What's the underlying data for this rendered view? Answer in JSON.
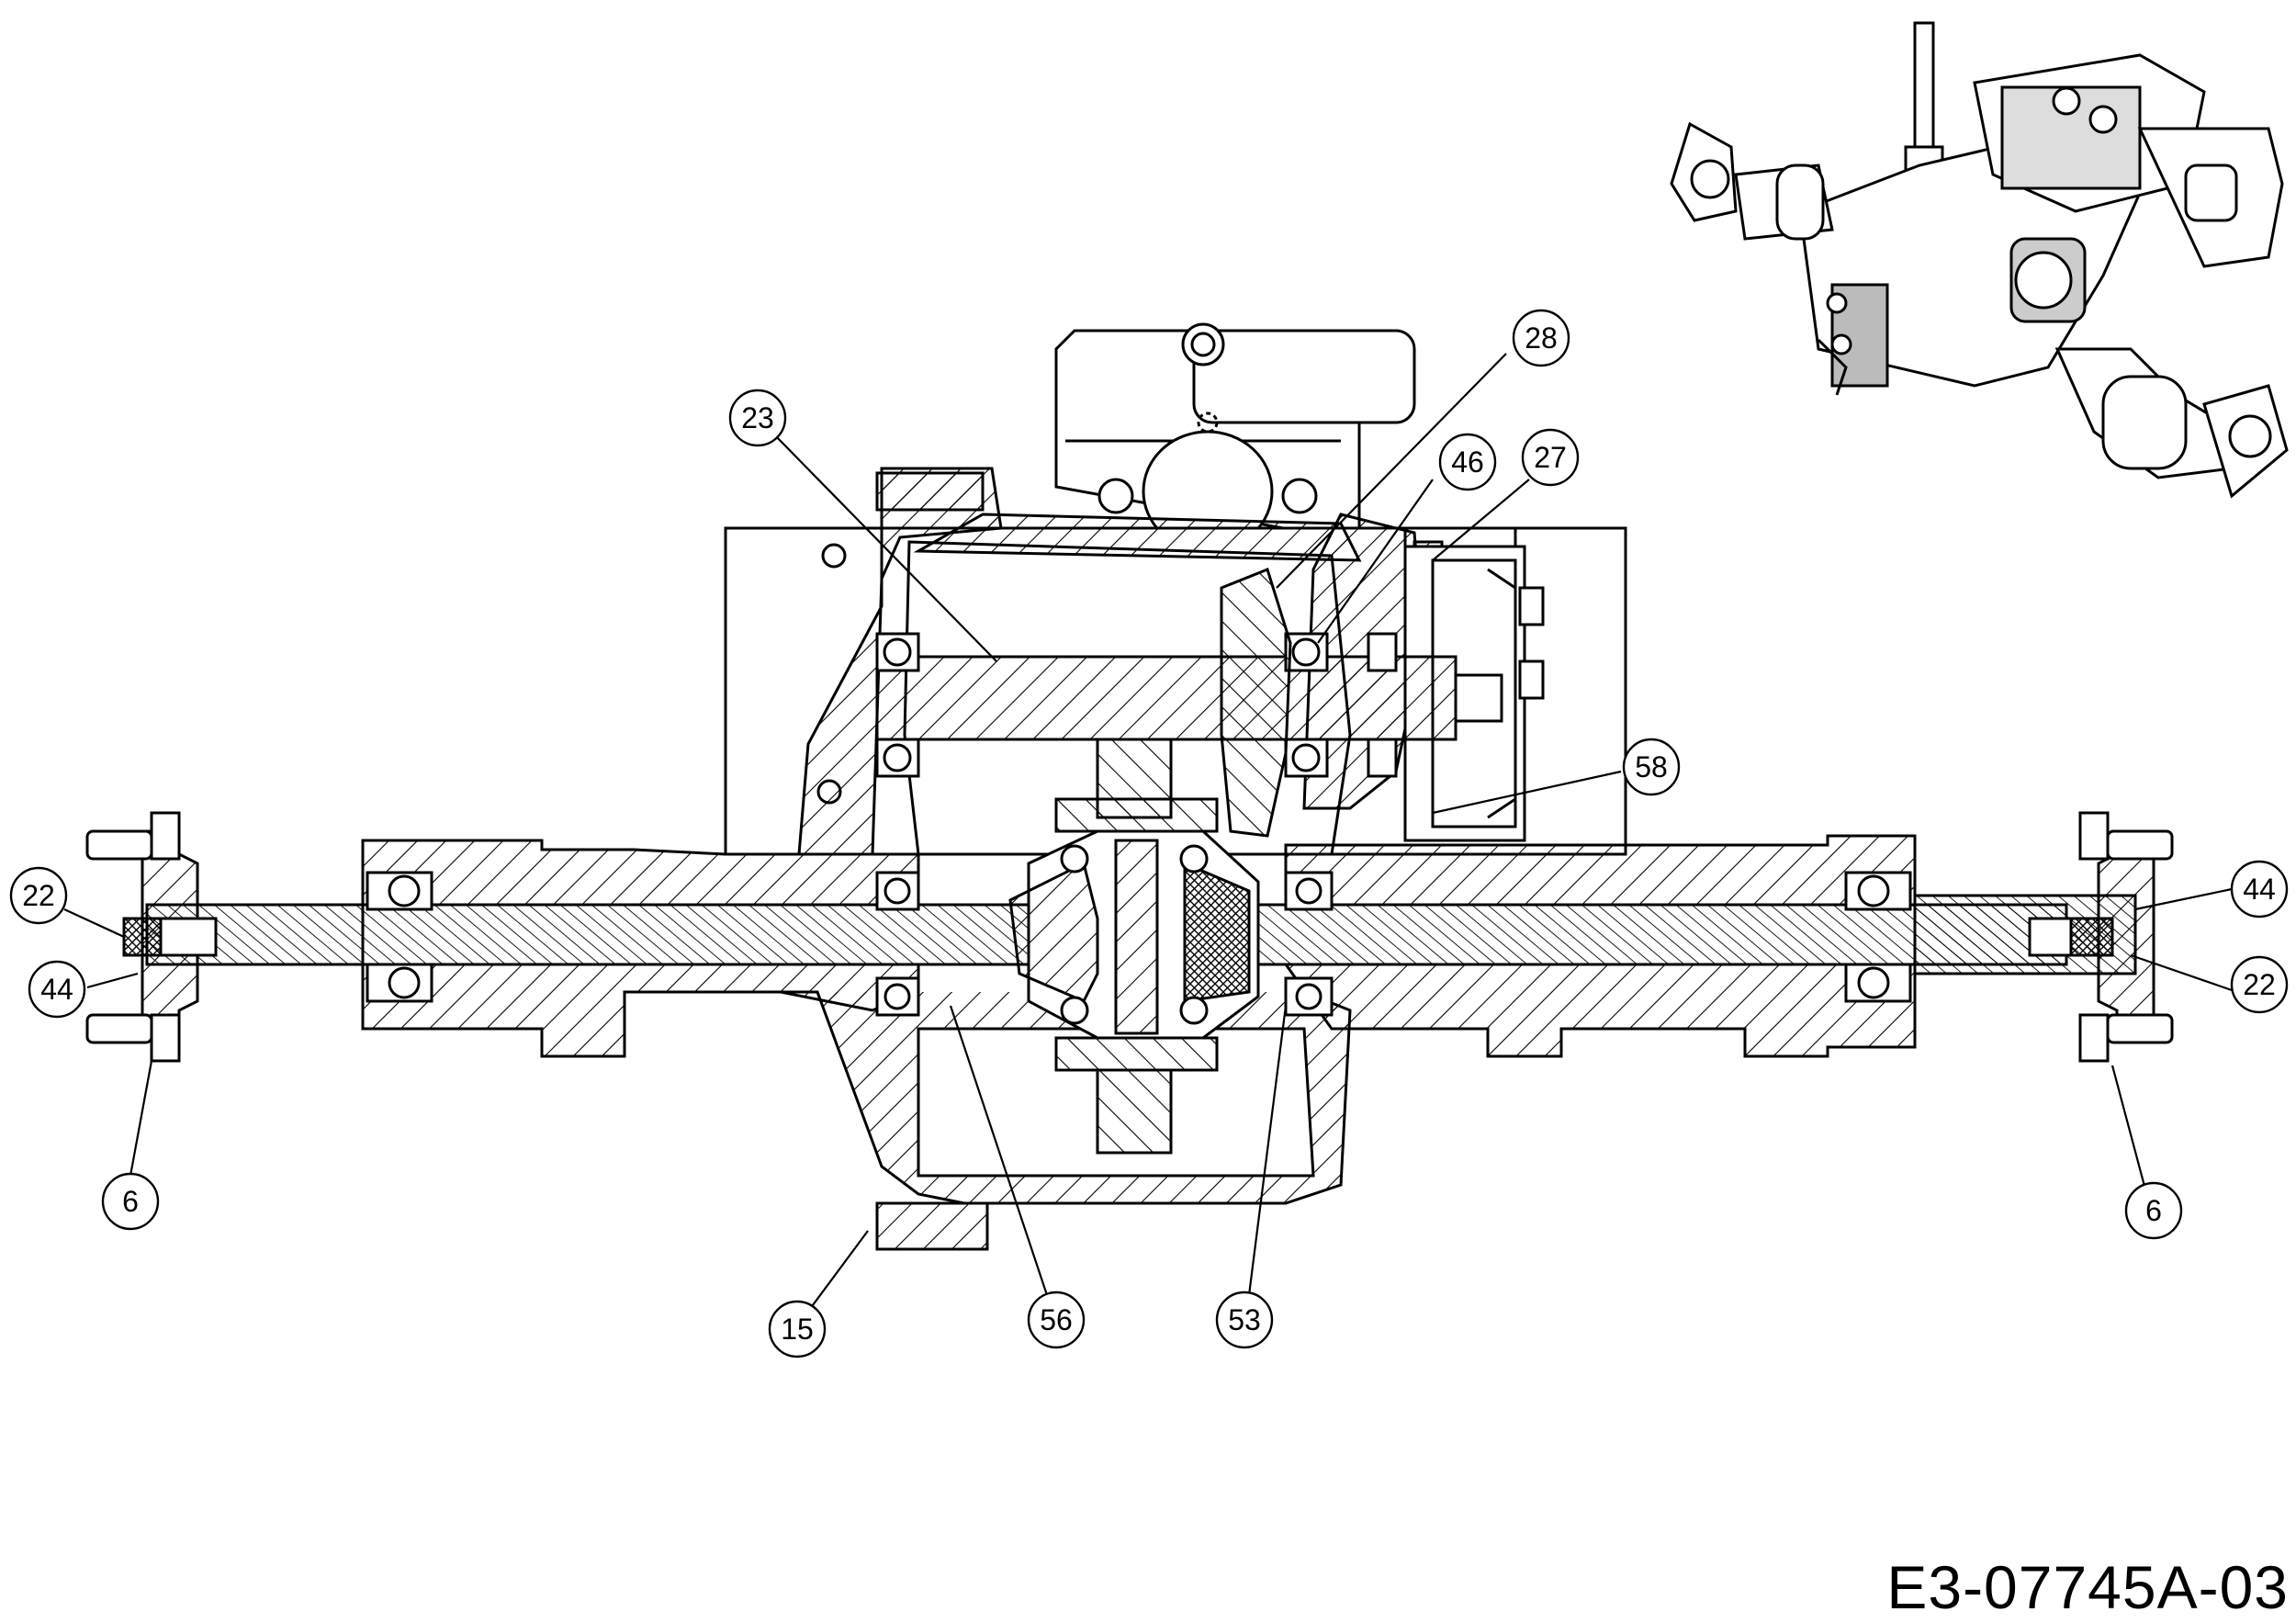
{
  "drawing_code": "E3-07745A-03",
  "callouts": [
    {
      "id": "c23",
      "label": "23"
    },
    {
      "id": "c28",
      "label": "28"
    },
    {
      "id": "c46",
      "label": "46"
    },
    {
      "id": "c27",
      "label": "27"
    },
    {
      "id": "c58",
      "label": "58"
    },
    {
      "id": "c22-left",
      "label": "22"
    },
    {
      "id": "c44-left",
      "label": "44"
    },
    {
      "id": "c6-left",
      "label": "6"
    },
    {
      "id": "c44-right",
      "label": "44"
    },
    {
      "id": "c22-right",
      "label": "22"
    },
    {
      "id": "c6-right",
      "label": "6"
    },
    {
      "id": "c15",
      "label": "15"
    },
    {
      "id": "c56",
      "label": "56"
    },
    {
      "id": "c53",
      "label": "53"
    }
  ]
}
